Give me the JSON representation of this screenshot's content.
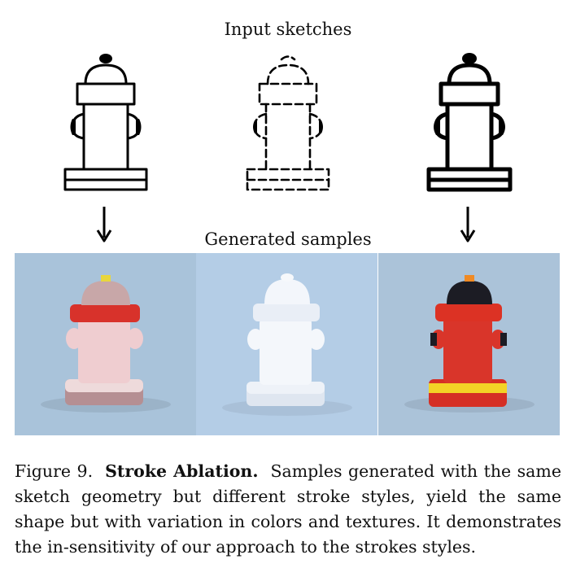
{
  "labels": {
    "input": "Input sketches",
    "generated": "Generated samples"
  },
  "caption": {
    "figure_number": "Figure 9.",
    "title": "Stroke Ablation.",
    "text": "Samples generated with the same sketch geometry but different stroke styles, yield the same shape but with variation in colors and textures. It demonstrates the in-sensitivity of our approach to the strokes styles."
  },
  "sketches": [
    {
      "style": "thin solid"
    },
    {
      "style": "dashed"
    },
    {
      "style": "thick solid"
    }
  ],
  "samples": [
    {
      "background": "#a9c3da",
      "cap": "#c8a7a8",
      "collar": "#d8322b",
      "body": "#efcdd0",
      "base": "#eedadb",
      "band": "#b58f93"
    },
    {
      "background": "#b4cde6",
      "cap": "#f3f6fb",
      "collar": "#e9eef6",
      "body": "#f4f7fb",
      "base": "#eef2f8",
      "band": "#dfe6f0"
    },
    {
      "background": "#abc3d9",
      "cap": "#1c1c24",
      "collar": "#dc3224",
      "body": "#d9352a",
      "base": "#d52f25",
      "band": "#f3d326"
    }
  ]
}
